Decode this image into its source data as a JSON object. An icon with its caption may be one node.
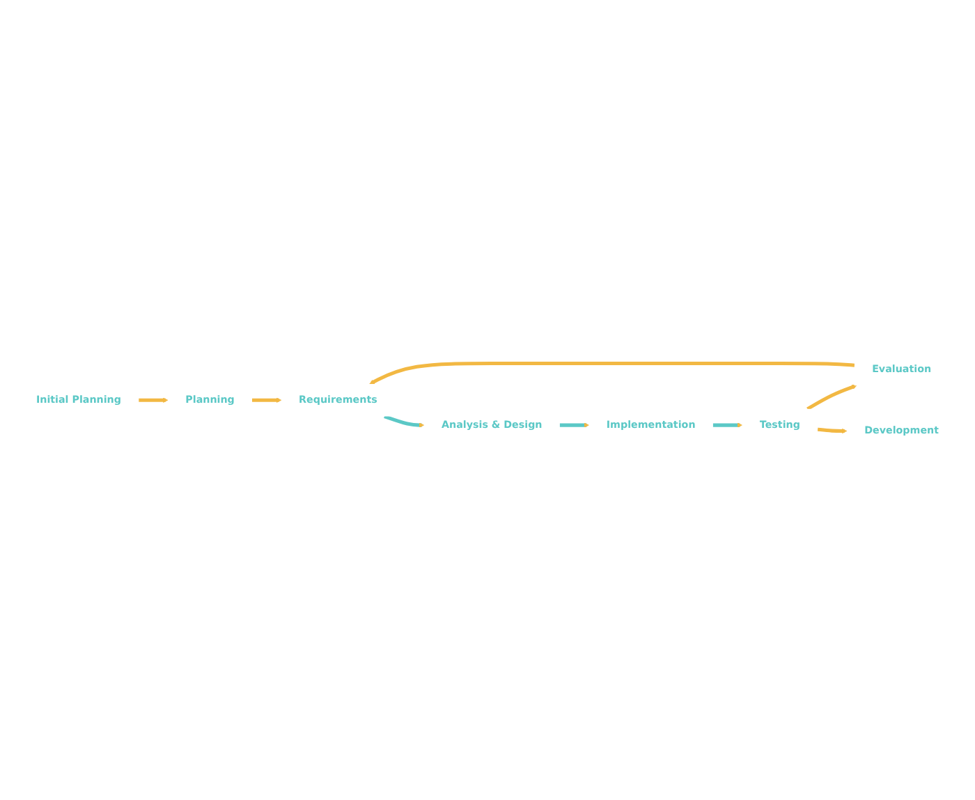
{
  "diagram": {
    "nodes": [
      {
        "text": [
          "Initial Planning"
        ]
      },
      {
        "text": [
          "Planning"
        ]
      },
      {
        "text": [
          "Requirements"
        ]
      },
      {
        "text": [
          "Analysis & Design"
        ]
      },
      {
        "text": [
          "Implementation"
        ]
      },
      {
        "text": [
          "Testing"
        ]
      },
      {
        "text": [
          "Evaluation"
        ]
      },
      {
        "text": [
          "Development"
        ]
      }
    ],
    "edges": [
      {
        "from": 0,
        "to": 1,
        "arrow": "to"
      },
      {
        "from": 1,
        "to": 2,
        "arrow": "to"
      },
      {
        "from": 2,
        "to": 3,
        "arrow": "to",
        "color": "#5bc8c6"
      },
      {
        "from": 3,
        "to": 4,
        "arrow": "to",
        "color": "#5bc8c6"
      },
      {
        "from": 4,
        "to": 5,
        "arrow": "to",
        "color": "#5bc8c6"
      },
      {
        "from": 5,
        "to": 6,
        "arrow": "to"
      },
      {
        "from": 6,
        "to": 2,
        "arrow": "to"
      },
      {
        "from": 5,
        "to": 7,
        "arrow": "to"
      }
    ]
  }
}
